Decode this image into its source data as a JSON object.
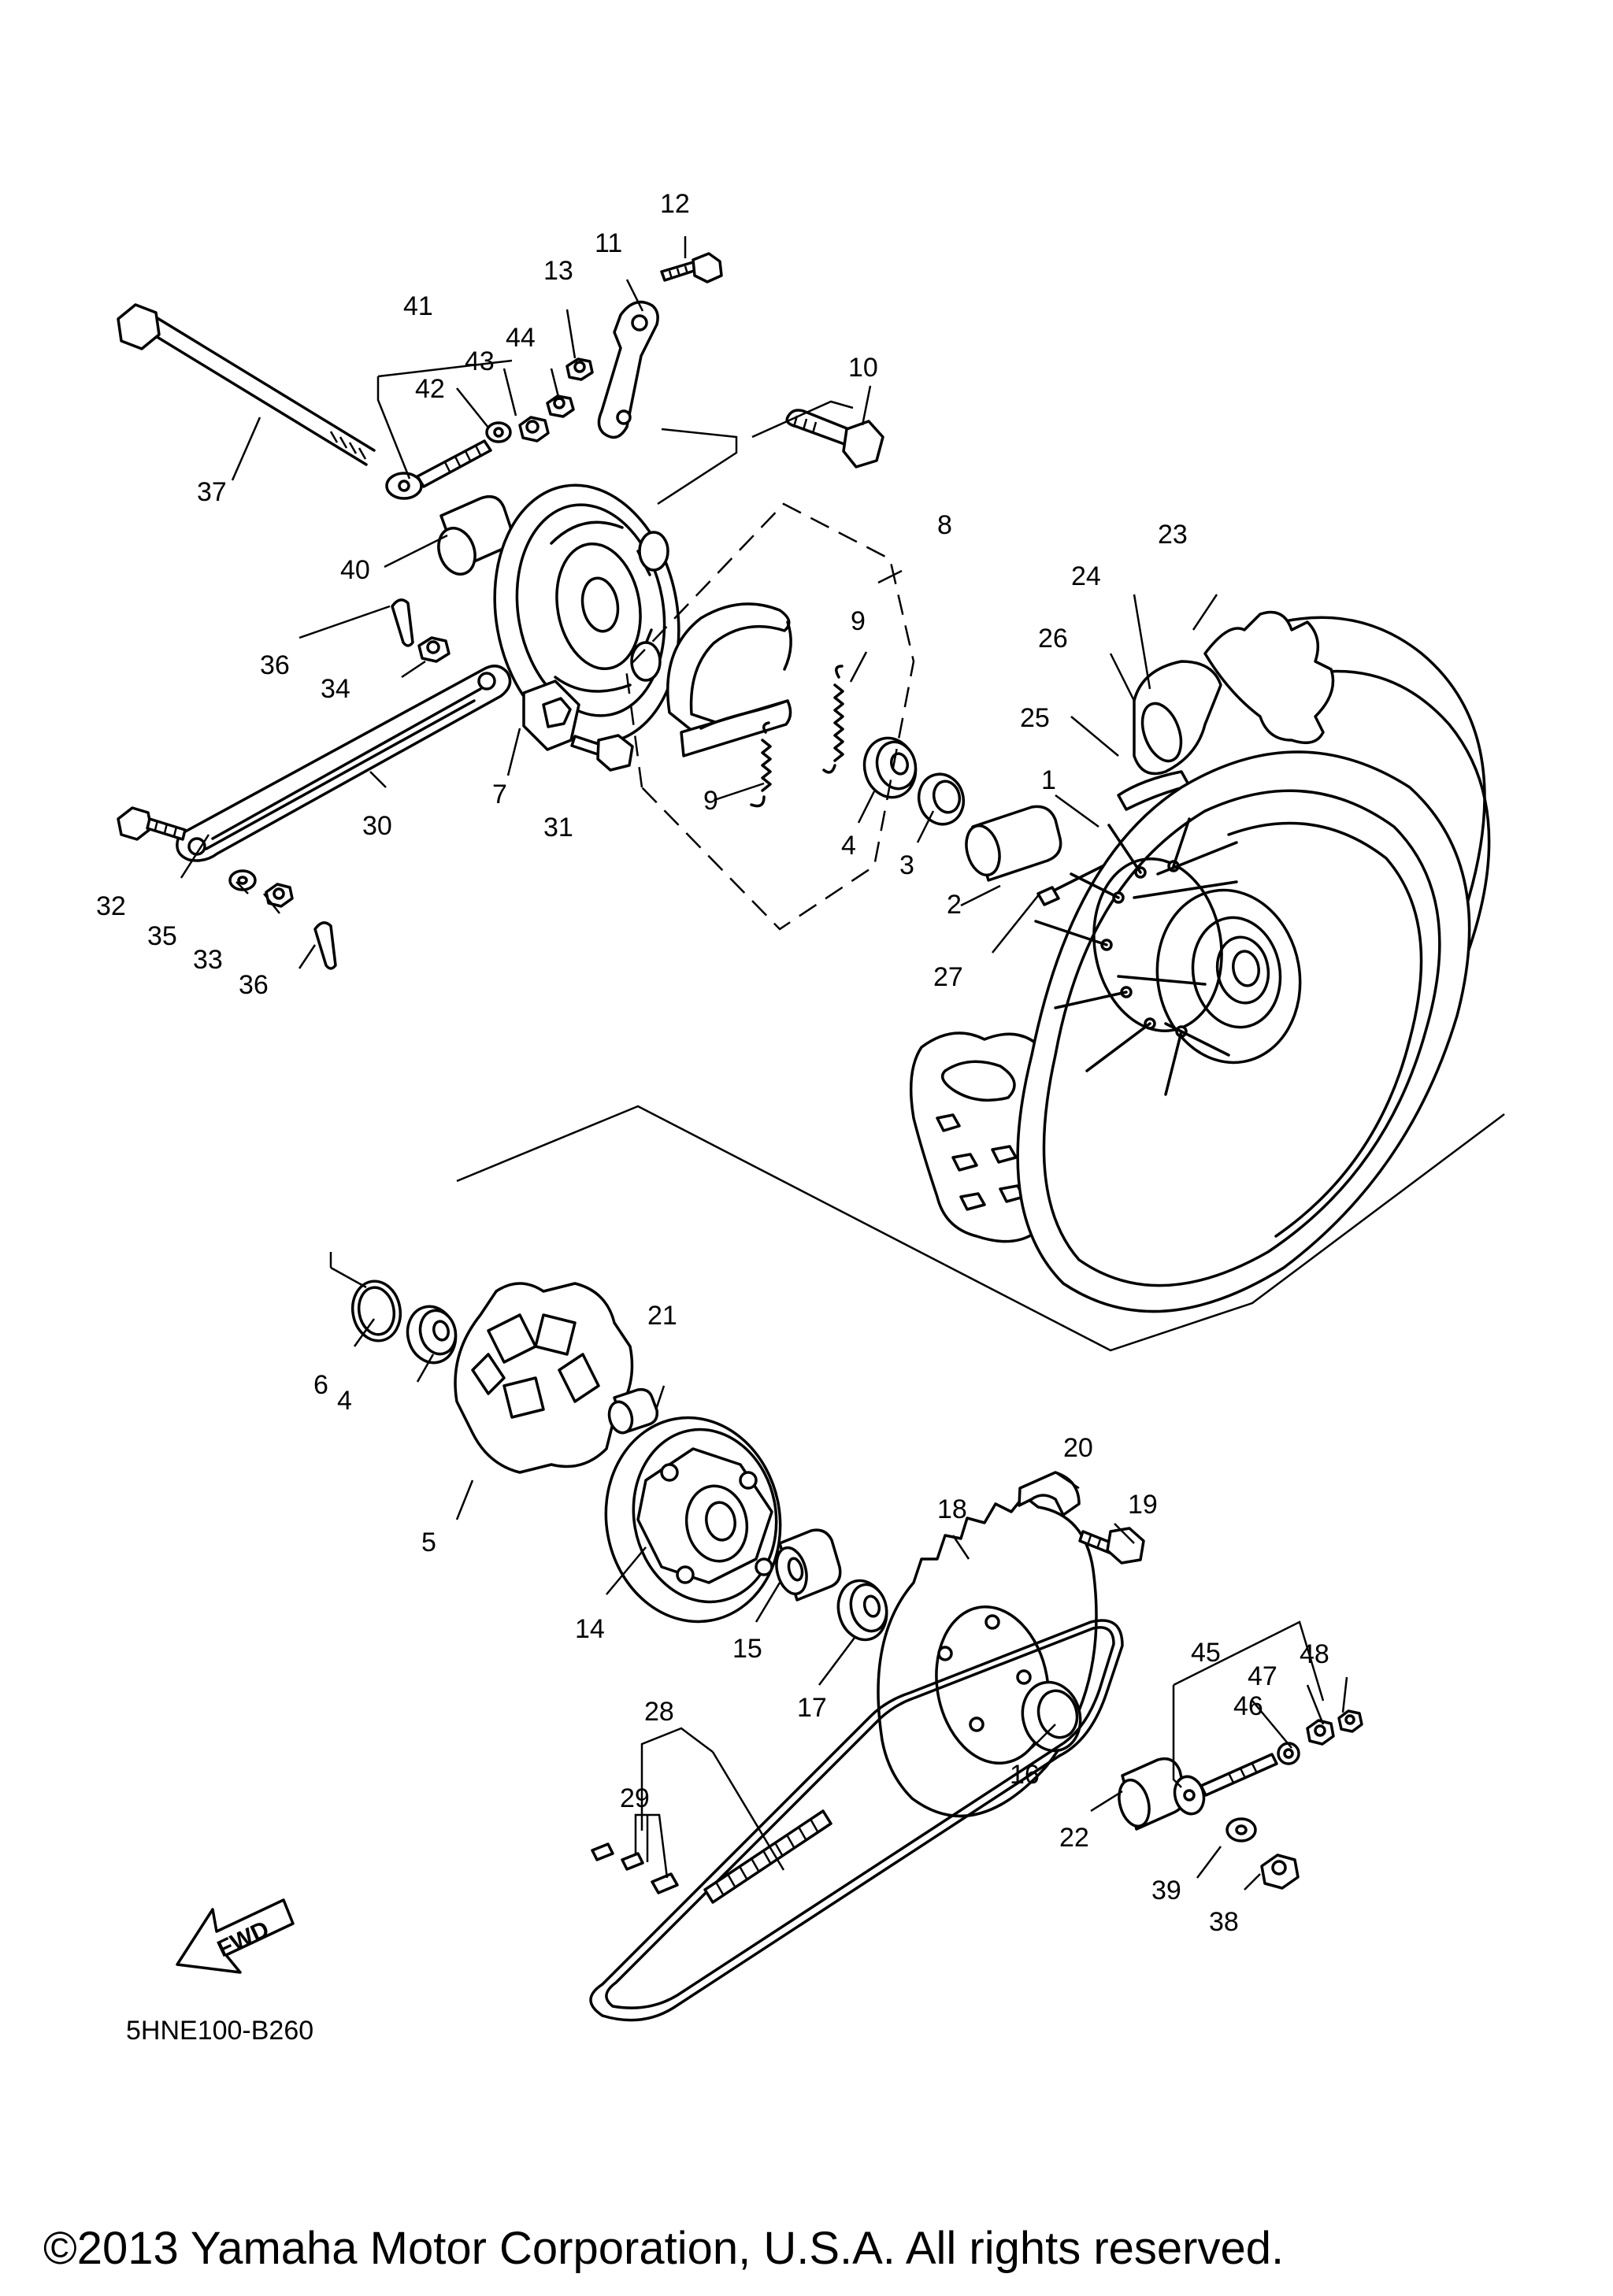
{
  "diagram": {
    "code": "5HNE100-B260",
    "fwd_label": "FWD",
    "copyright": "©2013 Yamaha Motor Corporation, U.S.A. All rights reserved.",
    "callouts": [
      "1",
      "2",
      "3",
      "4",
      "4",
      "5",
      "6",
      "7",
      "8",
      "9",
      "9",
      "10",
      "11",
      "12",
      "13",
      "14",
      "15",
      "16",
      "17",
      "18",
      "19",
      "20",
      "21",
      "22",
      "23",
      "24",
      "25",
      "26",
      "27",
      "28",
      "29",
      "30",
      "31",
      "32",
      "33",
      "34",
      "35",
      "36",
      "36",
      "37",
      "38",
      "39",
      "40",
      "41",
      "42",
      "43",
      "44",
      "45",
      "46",
      "47",
      "48"
    ]
  }
}
